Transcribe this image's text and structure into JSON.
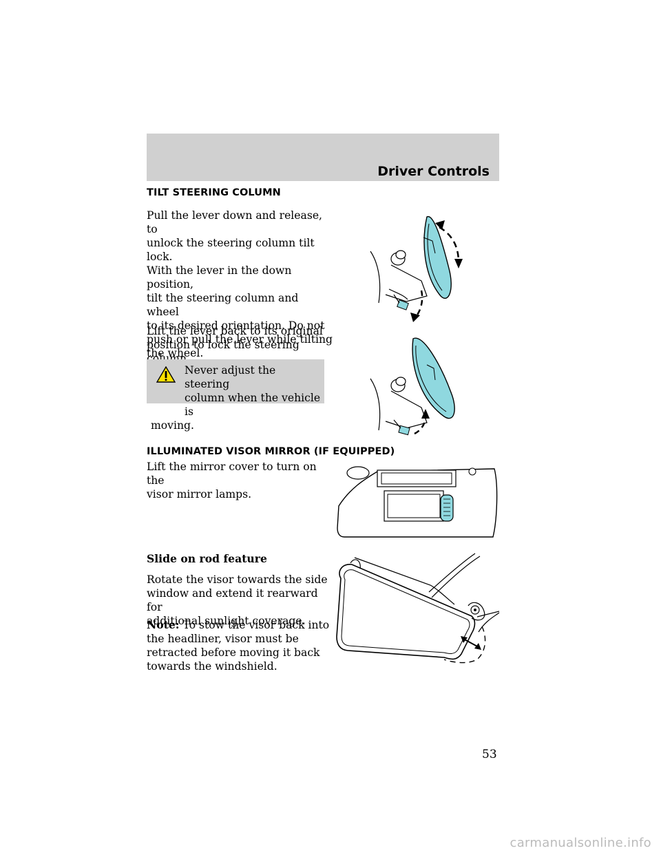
{
  "header": {
    "section_title": "Driver Controls"
  },
  "tilt": {
    "heading": "TILT STEERING COLUMN",
    "para1_lines": [
      "Pull the lever down and release, to",
      "unlock the steering column tilt lock.",
      "With the lever in the down position,",
      "tilt the steering column and wheel",
      "to its desired orientation. Do not",
      "push or pull the lever while tilting",
      "the wheel."
    ],
    "para2_lines": [
      "Lift the lever back to its original",
      "position to lock the steering column."
    ],
    "warning_lines": [
      "Never adjust the steering",
      "column when the vehicle is",
      "moving."
    ]
  },
  "visor": {
    "heading": "ILLUMINATED VISOR MIRROR (IF EQUIPPED)",
    "para_lines": [
      "Lift the mirror cover to turn on the",
      "visor mirror lamps."
    ],
    "subheading": "Slide on rod feature",
    "para2_lines": [
      "Rotate the visor towards the side",
      "window and extend it rearward for",
      "additional sunlight coverage."
    ],
    "note_label": "Note:",
    "note_lines": [
      "To stow the visor back into",
      "the headliner, visor must be",
      "retracted before moving it back",
      "towards the windshield."
    ]
  },
  "page_number": "53",
  "watermark": "carmanualsonline.info",
  "colors": {
    "accent": "#8fd8df",
    "header_bg": "#d0d0d0"
  }
}
